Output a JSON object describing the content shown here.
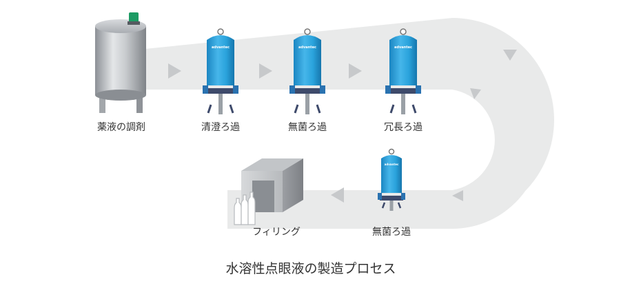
{
  "diagram": {
    "caption": "水溶性点眼液の製造プロセス",
    "filter_brand": "advantec",
    "steps": {
      "tank": "薬液の調剤",
      "clarify": "清澄ろ過",
      "sterile1": "無菌ろ過",
      "long": "冗長ろ過",
      "sterile2": "無菌ろ過",
      "filling": "フィリング"
    }
  },
  "colors": {
    "track": "#e9eaea",
    "arrow": "#c7c9cb",
    "filter_blue": "#2aa3dc",
    "filter_blue_light": "#5cc0ee",
    "steel": "#b9bcc0",
    "indicator_green": "#1d9b64"
  }
}
